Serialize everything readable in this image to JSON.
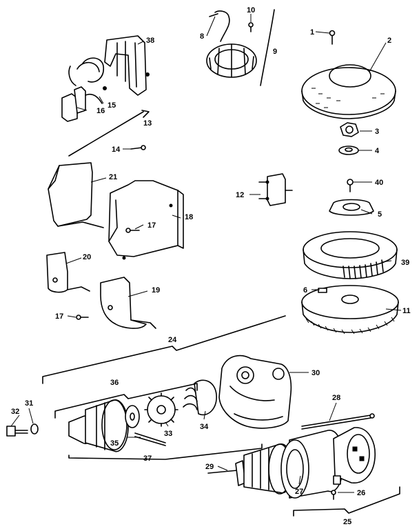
{
  "colors": {
    "line": "#000000",
    "background": "#ffffff"
  },
  "callouts": {
    "c1": "1",
    "c2": "2",
    "c3": "3",
    "c4": "4",
    "c5": "5",
    "c6": "6",
    "c8": "8",
    "c9": "9",
    "c10": "10",
    "c11": "11",
    "c12": "12",
    "c13": "13",
    "c14": "14",
    "c15": "15",
    "c16": "16",
    "c17a": "17",
    "c17b": "17",
    "c18": "18",
    "c19": "19",
    "c20": "20",
    "c21": "21",
    "c24": "24",
    "c25": "25",
    "c26": "26",
    "c27": "27",
    "c28": "28",
    "c29": "29",
    "c30": "30",
    "c31": "31",
    "c32": "32",
    "c33": "33",
    "c34": "34",
    "c35": "35",
    "c36": "36",
    "c37": "37",
    "c38": "38",
    "c39": "39",
    "c40": "40"
  }
}
